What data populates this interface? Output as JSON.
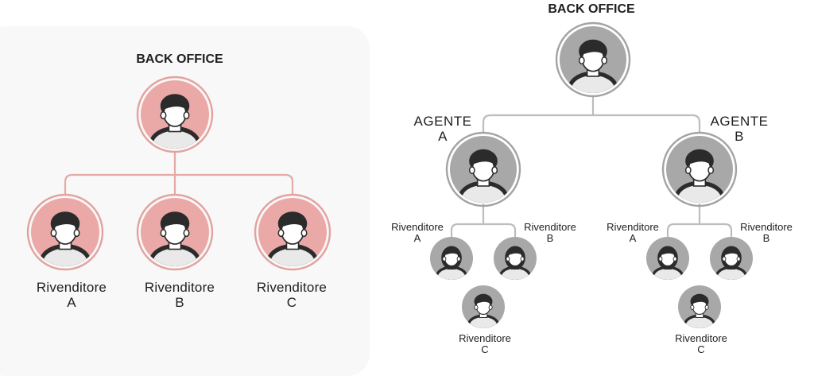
{
  "colors": {
    "pink_fill": "#eaa9a6",
    "pink_ring": "#e3a29f",
    "pink_line": "#e6aaa6",
    "gray_fill": "#a8a8a8",
    "gray_ring": "#a3a3a3",
    "gray_line": "#bdbdbd",
    "hair": "#2b2b2b",
    "skin": "#ffffff",
    "shirt": "#e9e9e9",
    "panel": "#f8f8f8"
  },
  "left_diagram": {
    "title": "BACK OFFICE",
    "nodes": [
      {
        "line1": "Rivenditore",
        "line2": "A"
      },
      {
        "line1": "Rivenditore",
        "line2": "B"
      },
      {
        "line1": "Rivenditore",
        "line2": "C"
      }
    ]
  },
  "right_diagram": {
    "title": "BACK OFFICE",
    "agents": [
      {
        "line1": "AGENTE",
        "line2": "A",
        "resellers": [
          {
            "line1": "Rivenditore",
            "line2": "A"
          },
          {
            "line1": "Rivenditore",
            "line2": "B"
          },
          {
            "line1": "Rivenditore",
            "line2": "C"
          }
        ]
      },
      {
        "line1": "AGENTE",
        "line2": "B",
        "resellers": [
          {
            "line1": "Rivenditore",
            "line2": "A"
          },
          {
            "line1": "Rivenditore",
            "line2": "B"
          },
          {
            "line1": "Rivenditore",
            "line2": "C"
          }
        ]
      }
    ]
  }
}
